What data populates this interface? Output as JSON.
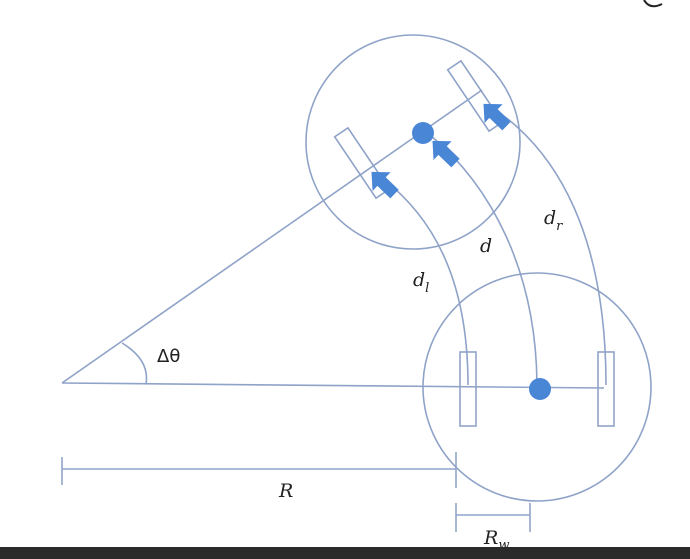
{
  "labels": {
    "d_left": "d",
    "d_left_sub": "l",
    "d_center": "d",
    "d_right": "d",
    "d_right_sub": "r",
    "delta_theta": "Δθ",
    "radius": "R",
    "wheel_radius": "R",
    "wheel_radius_sub": "w"
  },
  "colors": {
    "line": "#8fa3c8",
    "accent": "#4a86d6",
    "text": "#222222"
  }
}
